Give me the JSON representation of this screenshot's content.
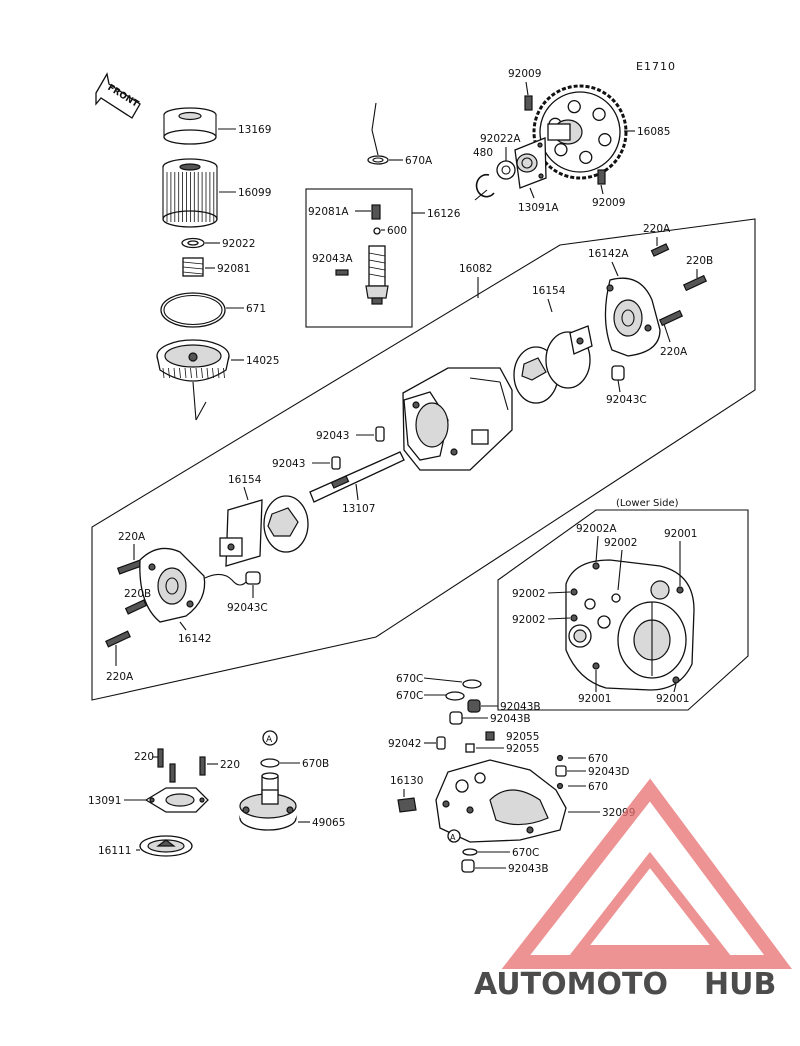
{
  "diagram_code": "E1710",
  "front_label": "FRONT",
  "lower_side_label": "(Lower Side)",
  "watermark": {
    "part1": "AUTOMOTO",
    "part2": "HUB",
    "color1": "#f4a261",
    "color2": "#555555",
    "logo_color": "#e76f6f"
  },
  "callout_letter": "A",
  "labels": {
    "p13169": "13169",
    "p16099": "16099",
    "p92022": "92022",
    "p92081": "92081",
    "p671": "671",
    "p14025": "14025",
    "p670A": "670A",
    "p92081A": "92081A",
    "p16126": "16126",
    "p600": "600",
    "p92043A": "92043A",
    "p92009a": "92009",
    "p92022A": "92022A",
    "p480": "480",
    "p16085": "16085",
    "p13091A": "13091A",
    "p92009b": "92009",
    "p16082": "16082",
    "p220Aa": "220A",
    "p16142A": "16142A",
    "p220B": "220B",
    "p16154a": "16154",
    "p220Ab": "220A",
    "p92043C": "92043C",
    "p92043a": "92043",
    "p92043b": "92043",
    "p16154b": "16154",
    "p13107": "13107",
    "p220Ac": "220A",
    "p220Bb": "220B",
    "p16142": "16142",
    "p220Ad": "220A",
    "p92043Cb": "92043C",
    "p92002A": "92002A",
    "p92002a": "92002",
    "p92001a": "92001",
    "p92002b": "92002",
    "p92002c": "92002",
    "p92001b": "92001",
    "p92001c": "92001",
    "p670Ca": "670C",
    "p670Cb": "670C",
    "p92043Ba": "92043B",
    "p92043Bb": "92043B",
    "p92055a": "92055",
    "p92042": "92042",
    "p92055b": "92055",
    "p670a": "670",
    "p92043D": "92043D",
    "p670b": "670",
    "p16130": "16130",
    "p32099": "32099",
    "p670Cc": "670C",
    "p92043Bc": "92043B",
    "p220a": "220",
    "p220b": "220",
    "p13091": "13091",
    "p16111": "16111",
    "p670B": "670B",
    "p49065": "49065"
  }
}
